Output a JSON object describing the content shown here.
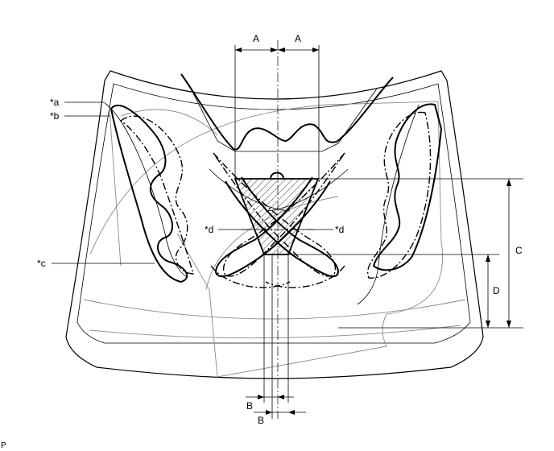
{
  "labels": {
    "a": "*a",
    "b": "*b",
    "c": "*c",
    "d": "*d",
    "dim_a": "A",
    "dim_b": "B",
    "dim_c": "C",
    "dim_d": "D",
    "corner": "P"
  }
}
